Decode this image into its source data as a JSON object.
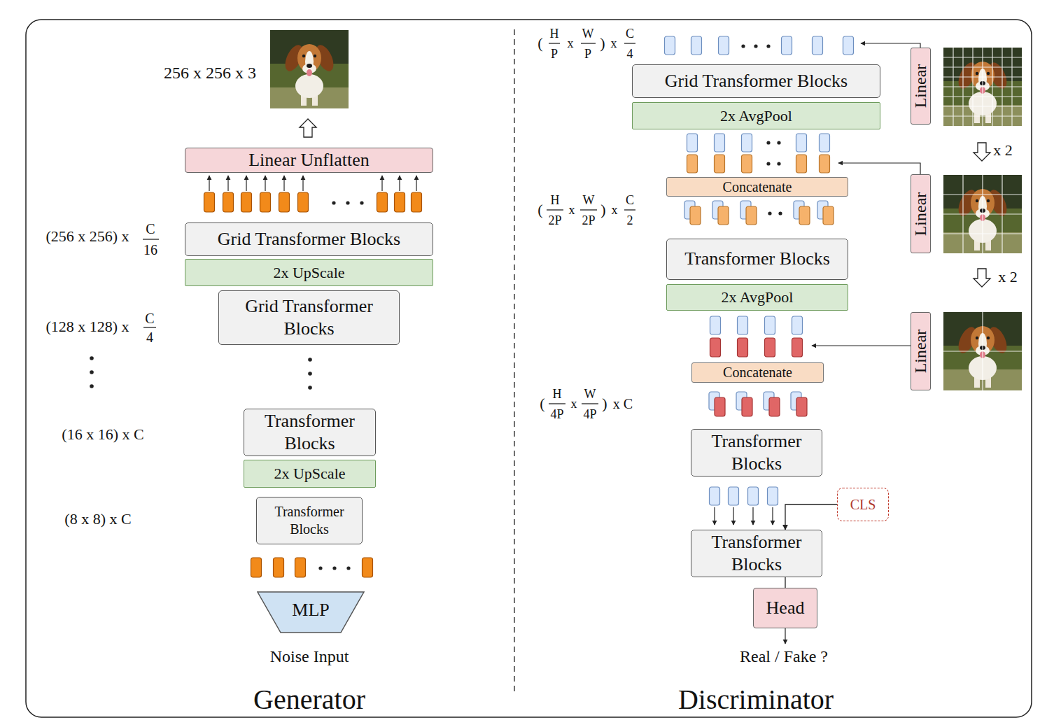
{
  "diagram": {
    "nodes": [
      {
        "text": [
          "Linear Unflatten"
        ]
      },
      {
        "text": [
          "Grid Transformer Blocks"
        ]
      },
      {
        "text": [
          "2x UpScale"
        ]
      },
      {
        "text": [
          "Grid Transformer Blocks"
        ]
      },
      {
        "text": [
          "Transformer Blocks"
        ]
      },
      {
        "text": [
          "2x UpScale"
        ]
      },
      {
        "text": [
          "Transformer Blocks"
        ]
      },
      {
        "text": [
          "MLP"
        ]
      },
      {
        "text": [
          "Grid Transformer Blocks"
        ]
      },
      {
        "text": [
          "2x AvgPool"
        ]
      },
      {
        "text": [
          "Concatenate"
        ]
      },
      {
        "text": [
          "Transformer Blocks"
        ]
      },
      {
        "text": [
          "2x AvgPool"
        ]
      },
      {
        "text": [
          "Concatenate"
        ]
      },
      {
        "text": [
          "Transformer Blocks"
        ]
      },
      {
        "text": [
          "CLS"
        ]
      },
      {
        "text": [
          "Transformer Blocks"
        ]
      },
      {
        "text": [
          "Head"
        ]
      },
      {
        "text": [
          "Linear"
        ]
      },
      {
        "text": [
          "Linear"
        ]
      },
      {
        "text": [
          "Linear"
        ]
      }
    ],
    "edges": [
      {
        "from": 15,
        "to": 16,
        "arrow": "to"
      },
      {
        "from": 16,
        "to": 17,
        "arrow": "none"
      }
    ],
    "labels": [
      "256 x 256 x 3",
      "(256 x 256) x",
      "C",
      "16",
      "(128 x 128) x",
      "C",
      "4",
      "(16 x 16) x C",
      "(8 x 8) x C",
      "Noise Input",
      "Generator",
      "Discriminator",
      "(",
      "H",
      "P",
      "x",
      "W",
      "P",
      ")",
      "x",
      "C",
      "4",
      "(",
      "H",
      "2P",
      "x",
      "W",
      "2P",
      ")",
      "x",
      "C",
      "2",
      "(",
      "H",
      "4P",
      "x",
      "W",
      "4P",
      ")",
      "x C",
      "Real / Fake ?",
      "x 2",
      "x 2"
    ]
  }
}
